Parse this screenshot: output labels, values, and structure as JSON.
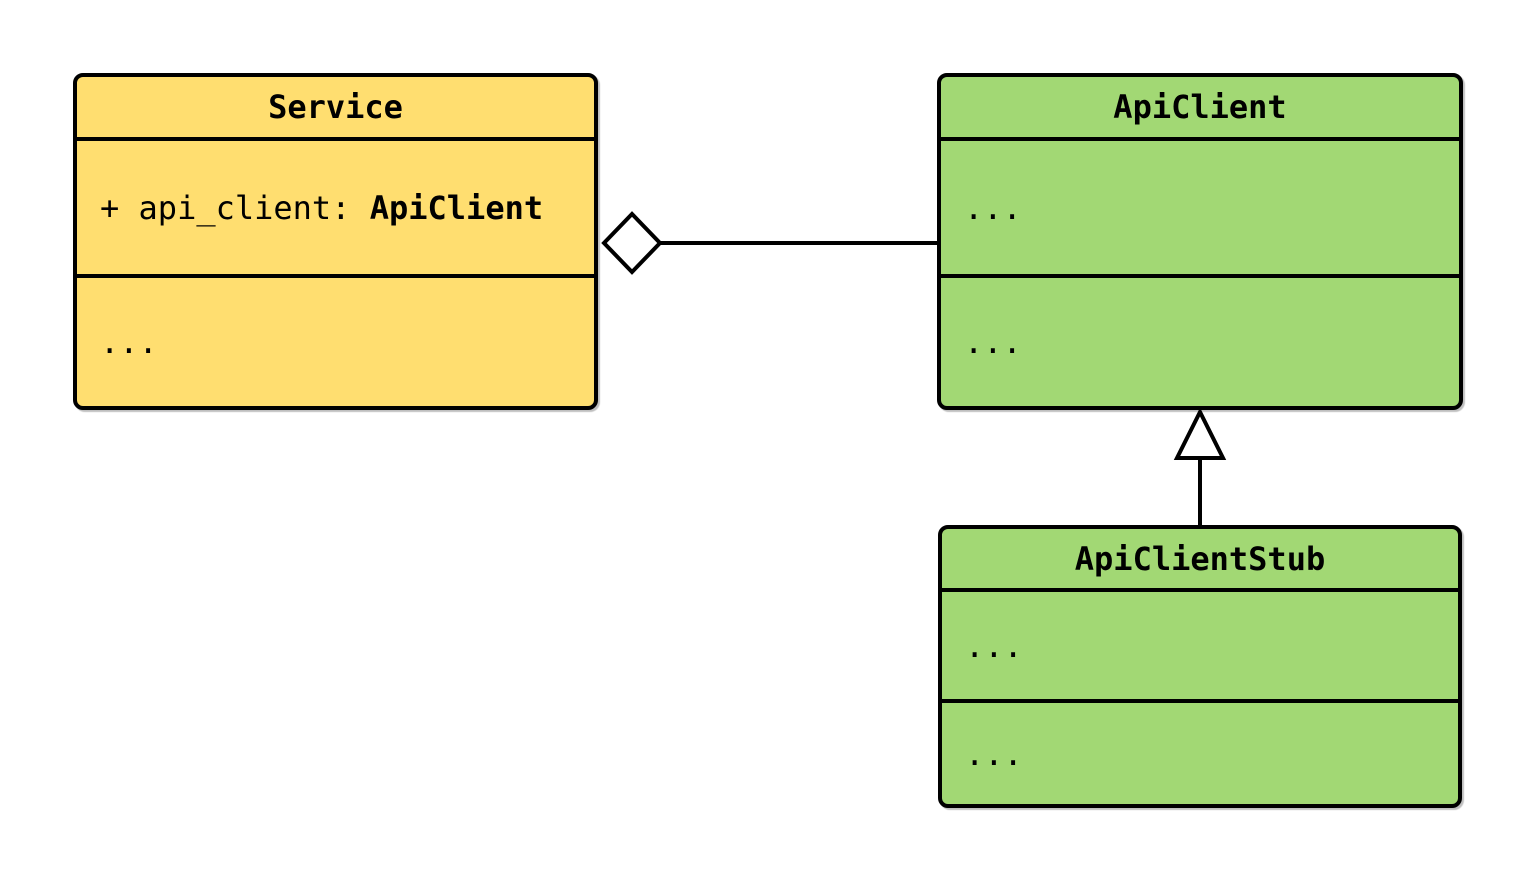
{
  "diagram": {
    "type": "uml-class-diagram",
    "background": "#ffffff",
    "stroke_color": "#000000",
    "classes": [
      {
        "id": "service",
        "name": "Service",
        "fill": "#FFDE70",
        "attribute_prefix": "+ api_client: ",
        "attribute_type": "ApiClient",
        "methods_text": "..."
      },
      {
        "id": "api-client",
        "name": "ApiClient",
        "fill": "#A2D874",
        "attributes_text": "...",
        "methods_text": "..."
      },
      {
        "id": "api-client-stub",
        "name": "ApiClientStub",
        "fill": "#A2D874",
        "attributes_text": "...",
        "methods_text": "..."
      }
    ],
    "relationships": [
      {
        "type": "aggregation",
        "owner": "Service",
        "part": "ApiClient",
        "marker": "open-diamond",
        "marker_fill": "#ffffff"
      },
      {
        "type": "inheritance",
        "child": "ApiClientStub",
        "parent": "ApiClient",
        "marker": "open-triangle",
        "marker_fill": "#ffffff"
      }
    ]
  }
}
